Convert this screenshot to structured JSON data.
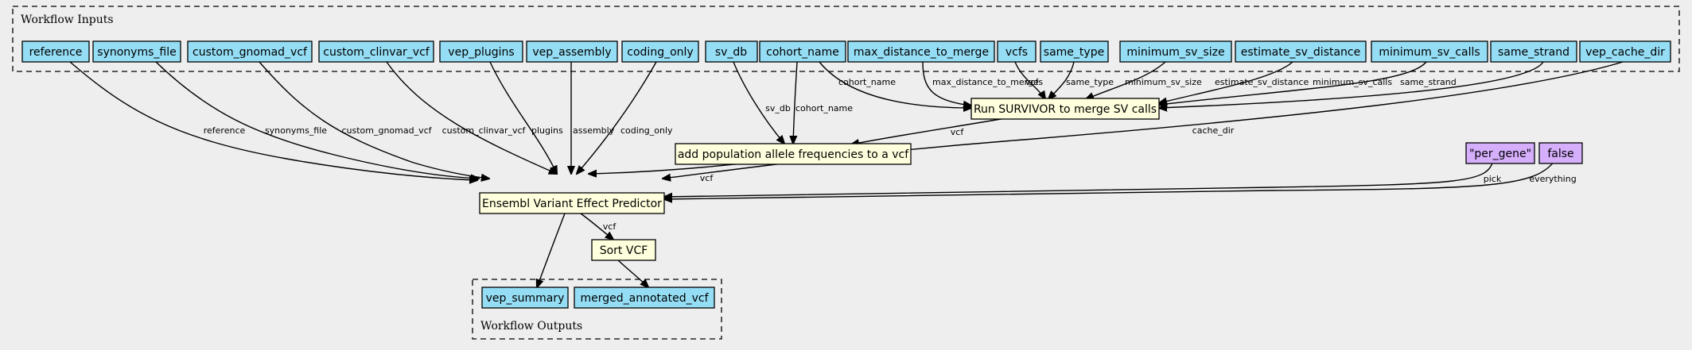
{
  "title": "",
  "colors": {
    "background": "#eeeeee",
    "io_fill": "#94ddf4",
    "step_fill": "#ffffdd",
    "default_fill": "#d5aefc"
  },
  "clusters": {
    "inputs_label": "Workflow Inputs",
    "outputs_label": "Workflow Outputs"
  },
  "inputs": [
    "reference",
    "synonyms_file",
    "custom_gnomad_vcf",
    "custom_clinvar_vcf",
    "vep_plugins",
    "vep_assembly",
    "coding_only",
    "sv_db",
    "cohort_name",
    "max_distance_to_merge",
    "vcfs",
    "same_type",
    "minimum_sv_size",
    "estimate_sv_distance",
    "minimum_sv_calls",
    "same_strand",
    "vep_cache_dir"
  ],
  "defaults": [
    "\"per_gene\"",
    "false"
  ],
  "steps": {
    "survivor": "Run SURVIVOR to merge SV calls",
    "popfreq": "add population allele frequencies to a vcf",
    "vep": "Ensembl Variant Effect Predictor",
    "sort": "Sort VCF"
  },
  "outputs": [
    "vep_summary",
    "merged_annotated_vcf"
  ],
  "edge_labels": {
    "cohort_name_survivor": "cohort_name",
    "max_distance": "max_distance_to_merge",
    "vcfs": "vcfs",
    "same_type": "same_type",
    "min_sv_size": "minimum_sv_size",
    "estimate": "estimate_sv_distance",
    "min_sv_calls": "minimum_sv_calls",
    "same_strand": "same_strand",
    "survivor_vcf": "vcf",
    "sv_db": "sv_db",
    "cohort_name_pop": "cohort_name",
    "reference": "reference",
    "synonyms": "synonyms_file",
    "gnomad": "custom_gnomad_vcf",
    "clinvar": "custom_clinvar_vcf",
    "plugins": "plugins",
    "assembly": "assembly",
    "coding_only": "coding_only",
    "cache_dir": "cache_dir",
    "pop_vcf": "vcf",
    "pick": "pick",
    "everything": "everything",
    "vep_vcf": "vcf"
  }
}
